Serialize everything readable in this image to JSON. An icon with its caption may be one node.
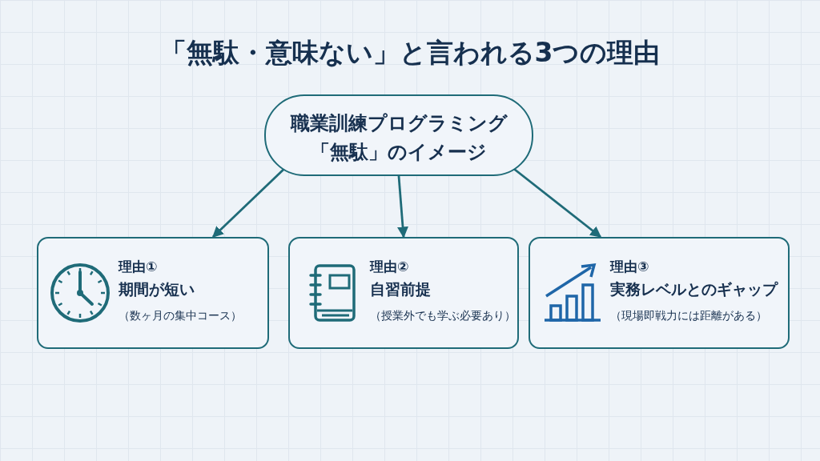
{
  "diagram": {
    "title": "「無駄・意味ない」と言われる3つの理由",
    "nodes": [
      {
        "text": [
          "職業訓練プログラミング",
          "「無駄」のイメージ"
        ]
      },
      {
        "text": [
          "理由①",
          "期間が短い",
          "（数ヶ月の集中コース）"
        ]
      },
      {
        "text": [
          "理由②",
          "自習前提",
          "（授業外でも学ぶ必要あり）"
        ]
      },
      {
        "text": [
          "理由③",
          "実務レベルとのギャップ",
          "（現場即戦力には距離がある）"
        ]
      }
    ],
    "edges": [
      {
        "from": 0,
        "to": 1,
        "arrow": "to"
      },
      {
        "from": 0,
        "to": 2,
        "arrow": "to"
      },
      {
        "from": 0,
        "to": 3,
        "arrow": "to"
      }
    ]
  }
}
